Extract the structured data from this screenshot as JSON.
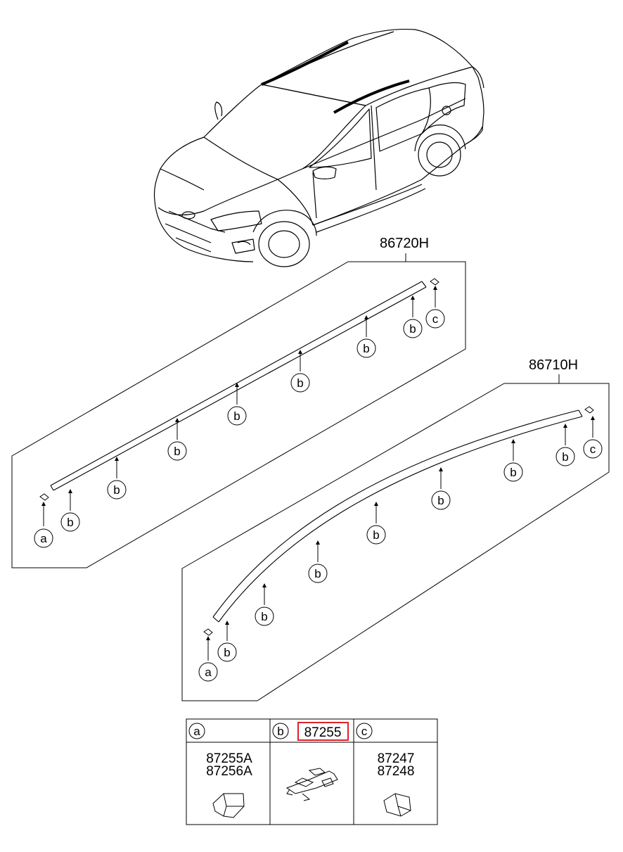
{
  "assemblies": [
    {
      "part_number": "86720H",
      "callouts": [
        "a",
        "b",
        "b",
        "b",
        "b",
        "b",
        "b",
        "b",
        "c"
      ]
    },
    {
      "part_number": "86710H",
      "callouts": [
        "a",
        "b",
        "b",
        "b",
        "b",
        "b",
        "b",
        "b",
        "c"
      ]
    }
  ],
  "parts_table": {
    "columns": [
      {
        "key": "a",
        "part_numbers": [
          "87255A",
          "87256A"
        ],
        "highlighted": ""
      },
      {
        "key": "b",
        "part_numbers": [],
        "highlighted": "87255"
      },
      {
        "key": "c",
        "part_numbers": [
          "87247",
          "87248"
        ],
        "highlighted": ""
      }
    ]
  },
  "colors": {
    "line": "#000000",
    "highlight_box": "#d9232a",
    "background": "#ffffff"
  }
}
